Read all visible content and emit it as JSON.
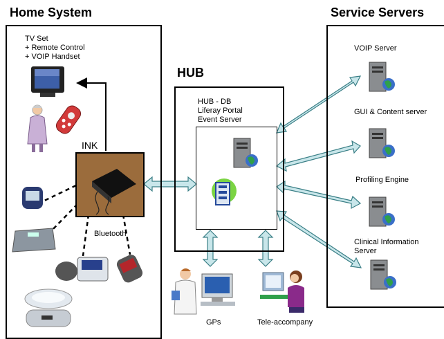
{
  "home_system": {
    "title": "Home System",
    "tv_label_lines": [
      "TV Set",
      "+ Remote Control",
      "+ VOIP Handset"
    ],
    "ink_label": "INK",
    "bluetooth_label": "Bluetooth"
  },
  "hub": {
    "title": "HUB",
    "services_lines": [
      "HUB - DB",
      "Liferay Portal",
      "Event Server"
    ]
  },
  "service_servers": {
    "title": "Service Servers",
    "servers": [
      {
        "lines": [
          "VOIP Server"
        ]
      },
      {
        "lines": [
          "GUI & Content server"
        ]
      },
      {
        "lines": [
          "Profiling Engine"
        ]
      },
      {
        "lines": [
          "Clinical Information",
          "Server"
        ]
      }
    ]
  },
  "users": {
    "gps_label": "GPs",
    "tele_label": "Tele-accompany"
  },
  "colors": {
    "arrow_fill": "#c8e6ea",
    "arrow_stroke": "#3a7f86",
    "server_gray": "#8a8d90",
    "globe_green": "#2fa04a",
    "globe_blue": "#3a6fc8"
  }
}
